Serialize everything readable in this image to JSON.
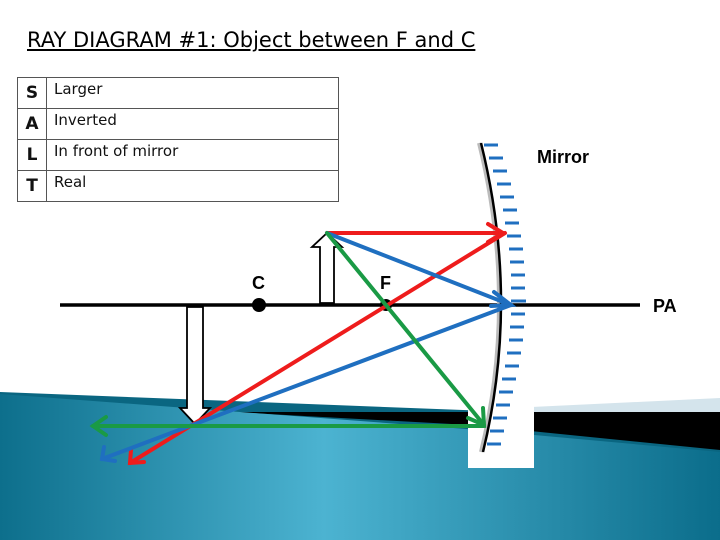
{
  "slide": {
    "title": "RAY DIAGRAM #1: Object between F and C",
    "salt_table": [
      {
        "key": "S",
        "value": "Larger"
      },
      {
        "key": "A",
        "value": "Inverted"
      },
      {
        "key": "L",
        "value": "In front of mirror"
      },
      {
        "key": "T",
        "value": "Real"
      }
    ],
    "labels": {
      "mirror": "Mirror",
      "principal_axis": "PA",
      "center_of_curvature": "C",
      "focal_point": "F"
    },
    "colors": {
      "ray_parallel": "#ee1c1c",
      "ray_through_focus": "#1a9a45",
      "ray_to_vertex": "#1f6fc0",
      "mirror_ticks": "#1f6fc0",
      "axis": "#000000",
      "background_teal": "#2a98b8"
    }
  }
}
